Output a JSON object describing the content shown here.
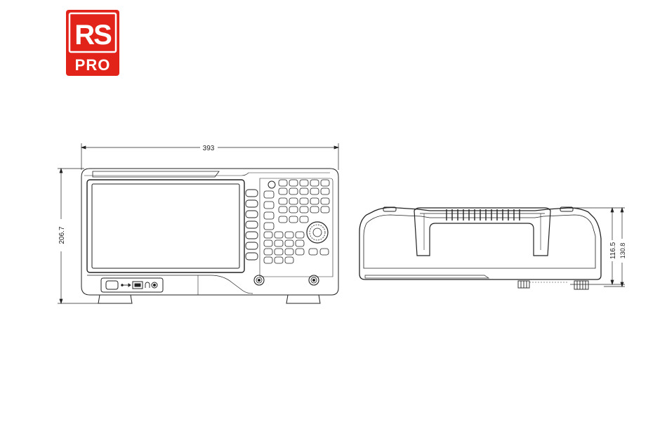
{
  "brand": {
    "logo_top": "RS",
    "logo_bottom": "PRO",
    "color": "#e2231a"
  },
  "dimensions": {
    "width": "393",
    "height": "206.7",
    "depth_inner": "116.5",
    "depth_outer": "130.8"
  },
  "icons": [
    "usb-icon",
    "headphone-jack-icon",
    "power-button-icon",
    "rotary-knob-icon",
    "rf-connector-icon"
  ]
}
